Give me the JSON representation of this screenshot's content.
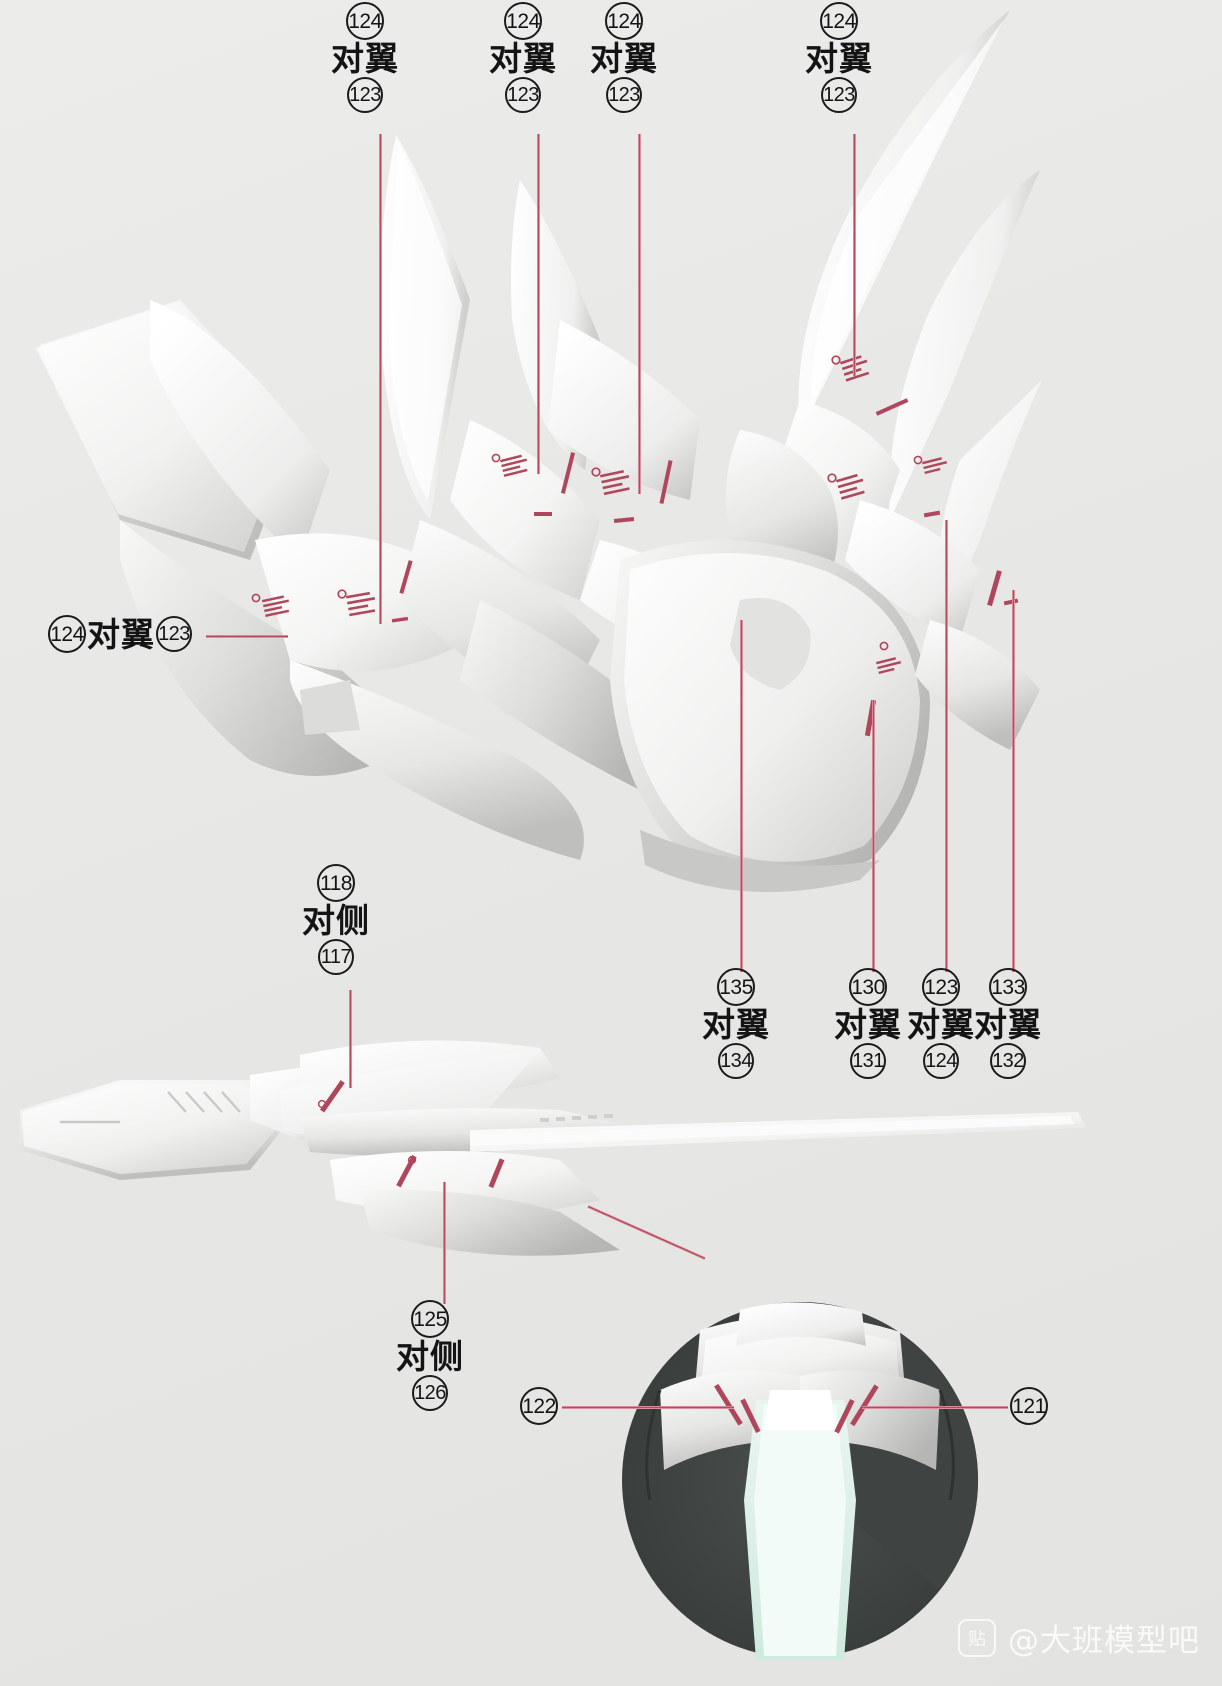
{
  "sheet": {
    "title": "Model Kit Decal Placement Instruction Sheet",
    "background_color": "#e8e8e6",
    "leader_line_color": "#a8384c",
    "label_text_color": "#141414"
  },
  "watermark": {
    "badge_glyph": "贴",
    "handle": "@大班模型吧"
  },
  "callouts": [
    {
      "id": "top-1",
      "top_number": "124",
      "text": "对翼",
      "bottom_number": "123"
    },
    {
      "id": "top-2",
      "top_number": "124",
      "text": "对翼",
      "bottom_number": "123"
    },
    {
      "id": "top-3",
      "top_number": "124",
      "text": "对翼",
      "bottom_number": "123"
    },
    {
      "id": "top-4",
      "top_number": "124",
      "text": "对翼",
      "bottom_number": "123"
    },
    {
      "id": "left-1",
      "left_number": "124",
      "text": "对翼",
      "right_number": "123"
    },
    {
      "id": "mid-1",
      "top_number": "118",
      "text": "对侧",
      "bottom_number": "117"
    },
    {
      "id": "bot-1",
      "top_number": "135",
      "text": "对翼",
      "bottom_number": "134"
    },
    {
      "id": "bot-2",
      "top_number": "130",
      "text": "对翼",
      "bottom_number": "131"
    },
    {
      "id": "bot-3",
      "top_number": "123",
      "text": "对翼",
      "bottom_number": "124"
    },
    {
      "id": "bot-4",
      "top_number": "133",
      "text": "对翼",
      "bottom_number": "132"
    },
    {
      "id": "low-1",
      "top_number": "125",
      "text": "对侧",
      "bottom_number": "126"
    }
  ],
  "plain_numbers": [
    {
      "id": "detail-left",
      "number": "122"
    },
    {
      "id": "detail-right",
      "number": "121"
    }
  ]
}
